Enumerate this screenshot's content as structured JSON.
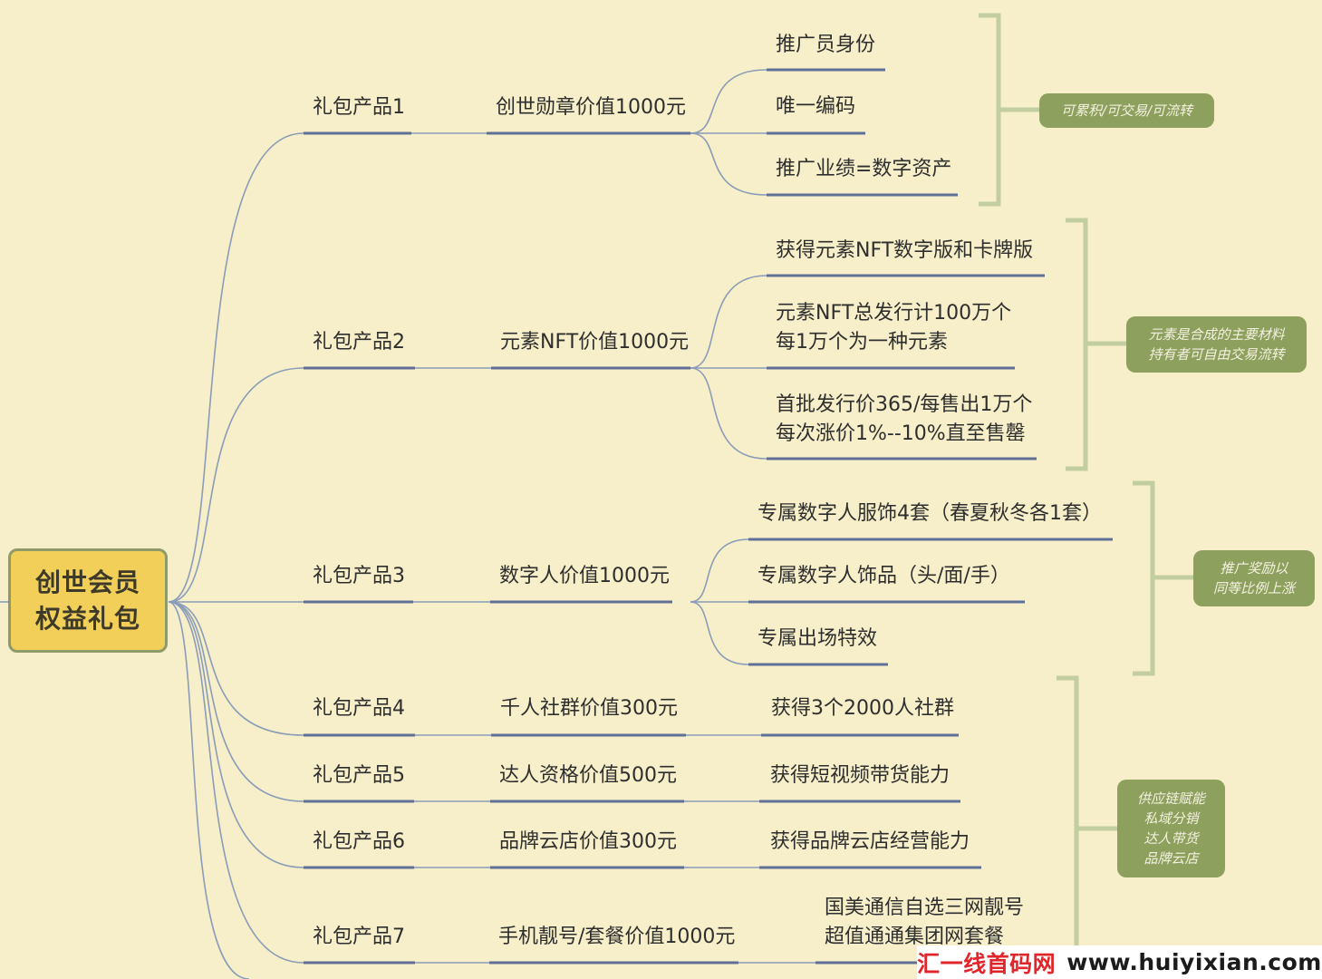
{
  "root": {
    "title": "创世会员\n权益礼包"
  },
  "branches": [
    {
      "product": "礼包产品1",
      "item": "创世勋章价值1000元",
      "details": [
        "推广员身份",
        "唯一编码",
        "推广业绩=数字资产"
      ],
      "note": "可累积/可交易/可流转"
    },
    {
      "product": "礼包产品2",
      "item": "元素NFT价值1000元",
      "details": [
        "获得元素NFT数字版和卡牌版",
        "元素NFT总发行计100万个\n每1万个为一种元素",
        "首批发行价365/每售出1万个\n每次涨价1%--10%直至售罄"
      ],
      "note": "元素是合成的主要材料\n持有者可自由交易流转"
    },
    {
      "product": "礼包产品3",
      "item": "数字人价值1000元",
      "details": [
        "专属数字人服饰4套（春夏秋冬各1套）",
        "专属数字人饰品（头/面/手）",
        "专属出场特效"
      ],
      "note": "推广奖励以\n同等比例上涨"
    },
    {
      "product": "礼包产品4",
      "item": "千人社群价值300元",
      "details": [
        "获得3个2000人社群"
      ]
    },
    {
      "product": "礼包产品5",
      "item": "达人资格价值500元",
      "details": [
        "获得短视频带货能力"
      ]
    },
    {
      "product": "礼包产品6",
      "item": "品牌云店价值300元",
      "details": [
        "获得品牌云店经营能力"
      ]
    },
    {
      "product": "礼包产品7",
      "item": "手机靓号/套餐价值1000元",
      "details": [
        "国美通信自选三网靓号\n超值通通集团网套餐"
      ]
    }
  ],
  "group_note": "供应链赋能\n私域分销\n达人带货\n品牌云店",
  "watermark": {
    "brand": "汇一线首码网",
    "url": "www.huiyixian.com"
  },
  "colors": {
    "background": "#f7efc9",
    "curve": "#8a9cb8",
    "underline": "#5f6f96",
    "bracket": "#c3cea0",
    "note_bg": "#8ea05e",
    "root_bg": "#f2cf59"
  }
}
